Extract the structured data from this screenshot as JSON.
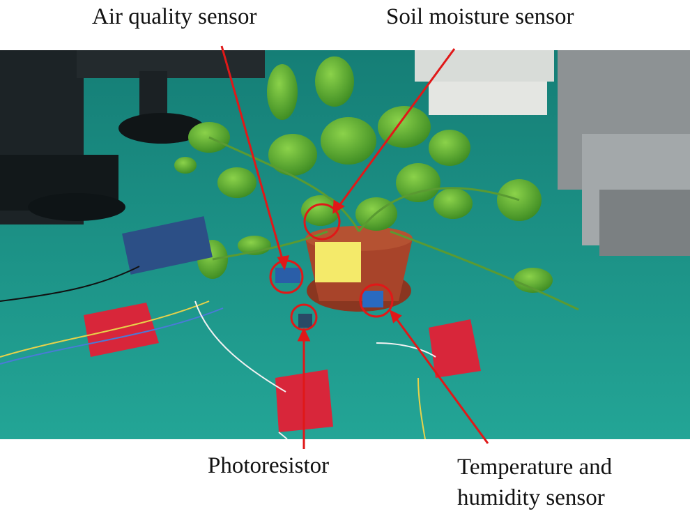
{
  "annotations": {
    "air_quality": "Air quality sensor",
    "soil_moisture": "Soil moisture sensor",
    "photoresistor": "Photoresistor",
    "temp_line1": "Temperature and",
    "temp_line2": "humidity sensor"
  },
  "colors": {
    "annotation_red": "#e01818",
    "floor_teal": "#1a9a8e",
    "board_red": "#d8263a",
    "leaf_green": "#4caa2a",
    "pot_brown": "#a8442a"
  }
}
